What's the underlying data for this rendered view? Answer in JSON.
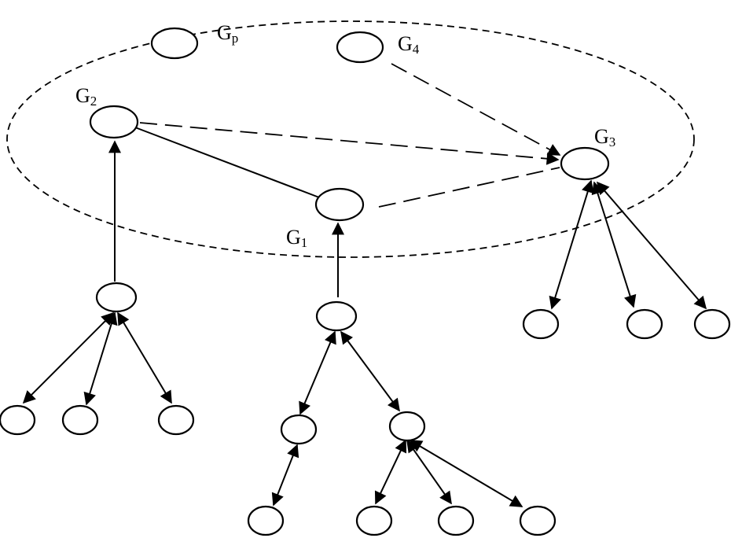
{
  "diagram": {
    "labels": {
      "gp": {
        "main": "G",
        "sub": "p"
      },
      "g4": {
        "main": "G",
        "sub": "4"
      },
      "g2": {
        "main": "G",
        "sub": "2"
      },
      "g3": {
        "main": "G",
        "sub": "3"
      },
      "g1": {
        "main": "G",
        "sub": "1"
      }
    },
    "line_color": "#000000",
    "background": "#ffffff"
  }
}
